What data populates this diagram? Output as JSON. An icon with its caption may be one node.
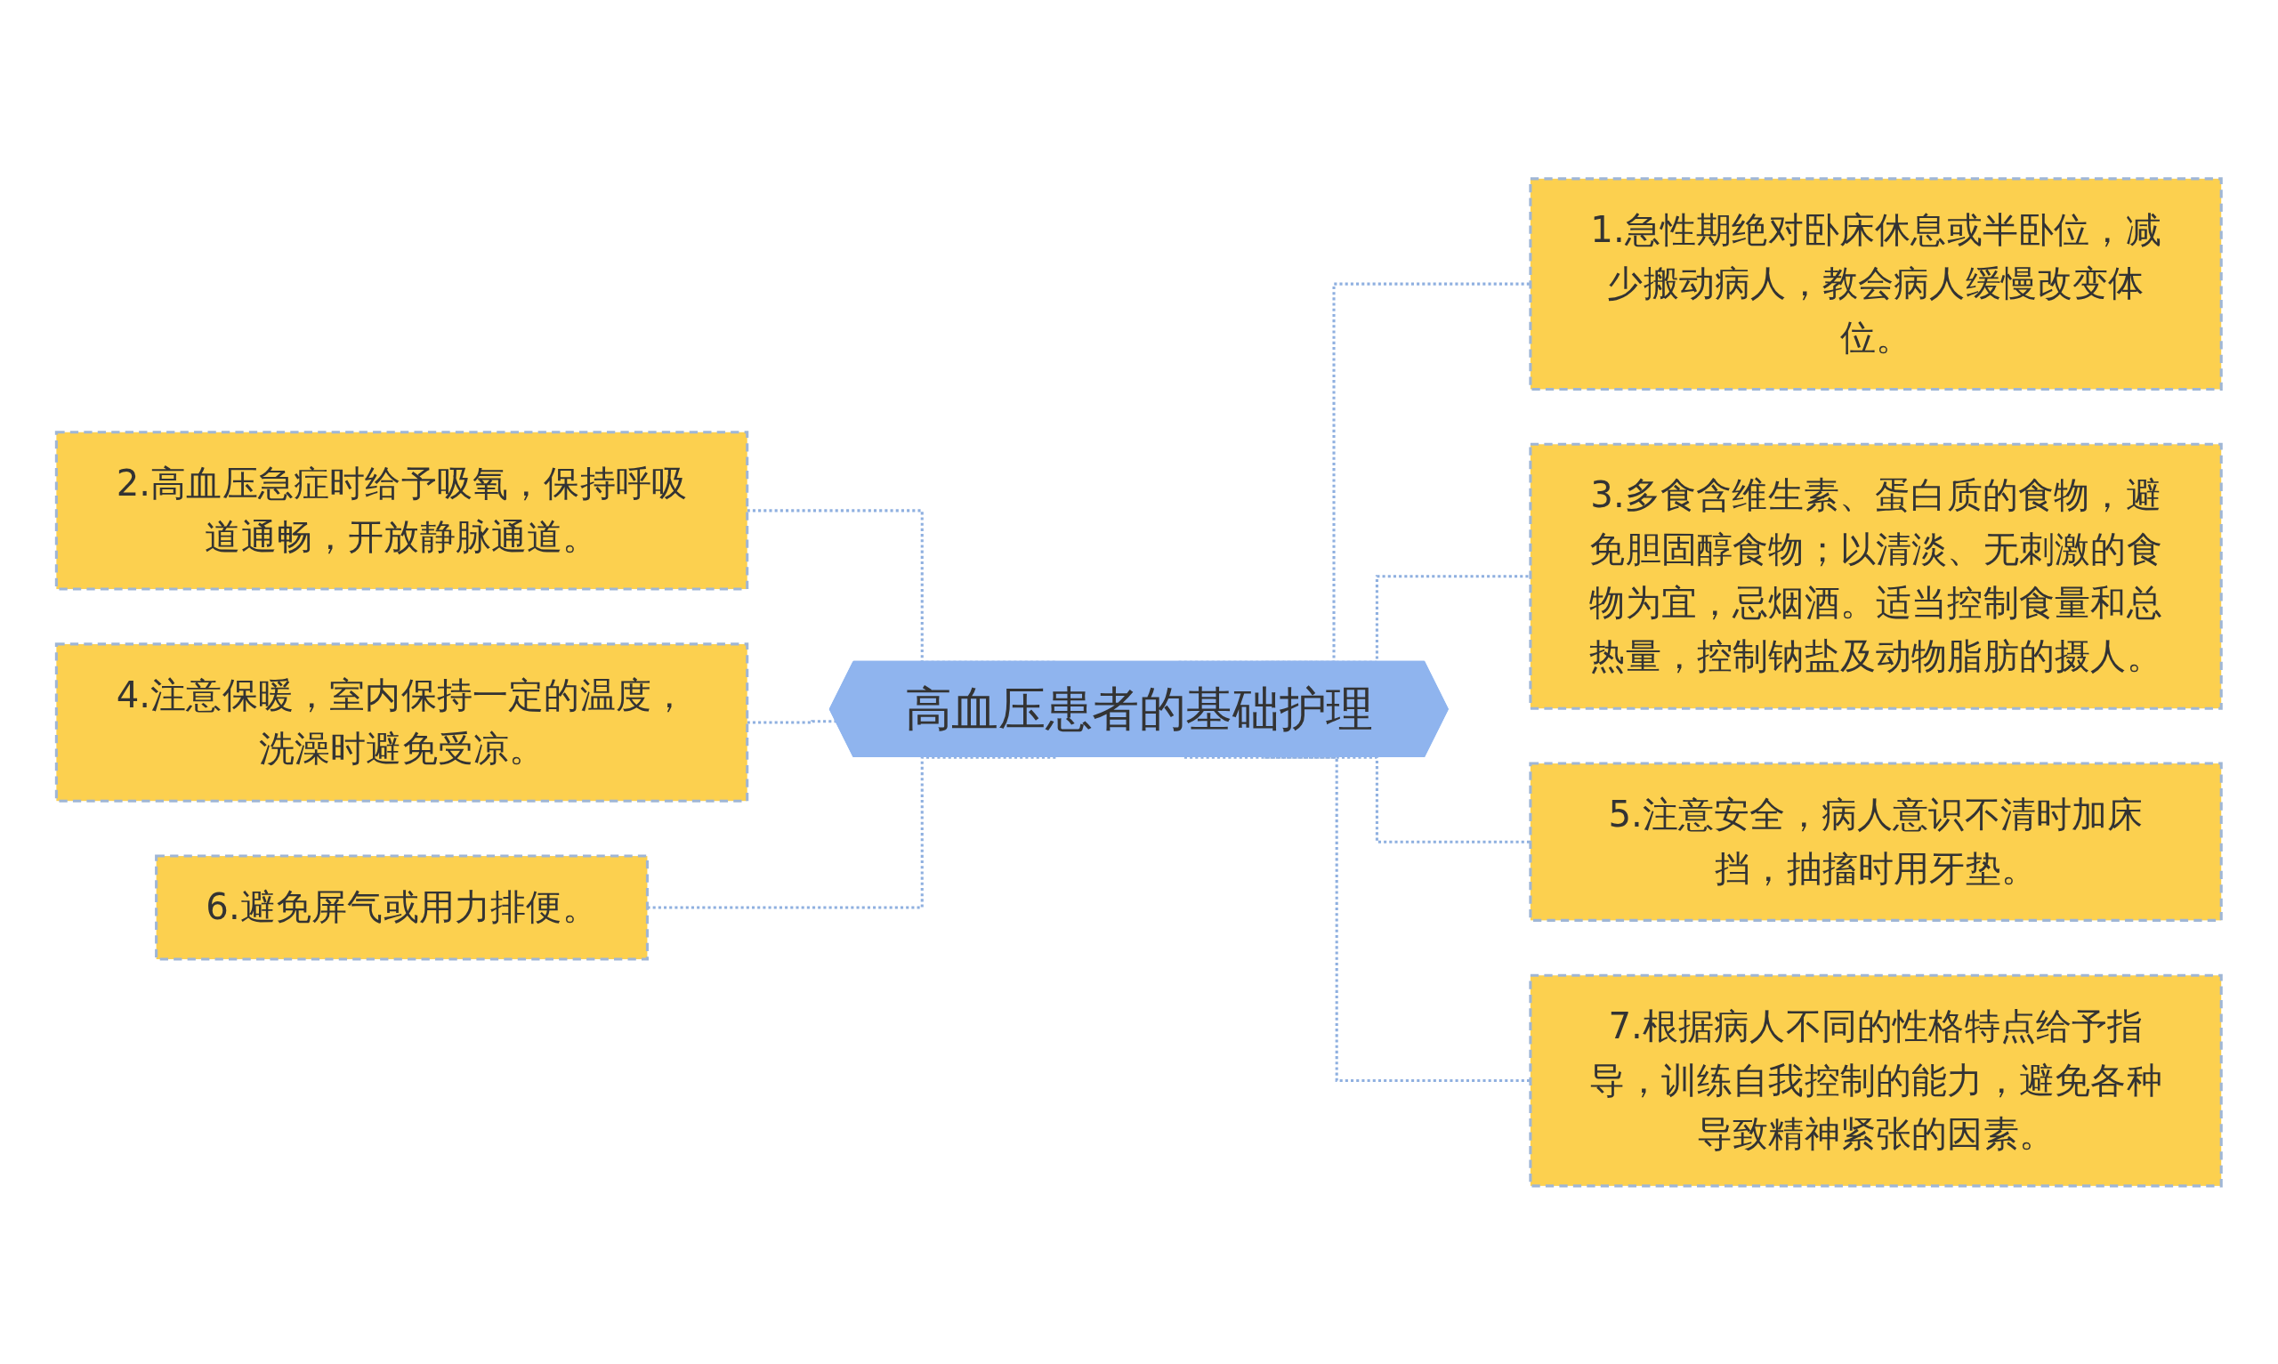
{
  "diagram": {
    "nodes": [
      {
        "text": [
          "高血压患者的基础护理"
        ]
      },
      {
        "text": [
          "1.急性期绝对卧床休息或半卧位，减少搬动病人，教会病人缓慢改变体位。"
        ]
      },
      {
        "text": [
          "2.高血压急症时给予吸氧，保持呼吸道通畅，开放静脉通道。"
        ]
      },
      {
        "text": [
          "3.多食含维生素、蛋白质的食物，避免胆固醇食物；以清淡、无刺激的食物为宜，忌烟酒。适当控制食量和总热量，控制钠盐及动物脂肪的摄人。"
        ]
      },
      {
        "text": [
          "4.注意保暖，室内保持一定的温度，洗澡时避免受凉。"
        ]
      },
      {
        "text": [
          "5.注意安全，病人意识不清时加床挡，抽搐时用牙垫。"
        ]
      },
      {
        "text": [
          "6.避免屏气或用力排便。"
        ]
      },
      {
        "text": [
          "7.根据病人不同的性格特点给予指导，训练自我控制的能力，避免各种导致精神紧张的因素。"
        ]
      }
    ],
    "edges": [
      {
        "from": 0,
        "to": 1,
        "arrow": "none",
        "style": "dashed"
      },
      {
        "from": 0,
        "to": 2,
        "arrow": "none",
        "style": "dashed"
      },
      {
        "from": 0,
        "to": 3,
        "arrow": "none",
        "style": "dashed"
      },
      {
        "from": 0,
        "to": 4,
        "arrow": "none",
        "style": "dashed"
      },
      {
        "from": 0,
        "to": 5,
        "arrow": "none",
        "style": "dashed"
      },
      {
        "from": 0,
        "to": 6,
        "arrow": "none",
        "style": "dashed"
      },
      {
        "from": 0,
        "to": 7,
        "arrow": "none",
        "style": "dashed"
      }
    ]
  }
}
